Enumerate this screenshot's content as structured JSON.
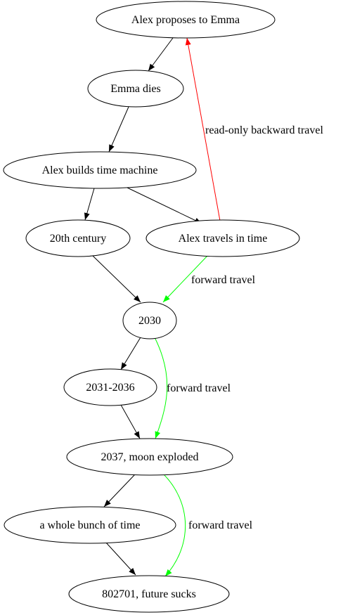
{
  "nodes": {
    "proposes": "Alex proposes to Emma",
    "dies": "Emma dies",
    "builds": "Alex builds time machine",
    "century20": "20th century",
    "travels": "Alex travels in time",
    "y2030": "2030",
    "y2031": "2031-2036",
    "y2037": "2037, moon exploded",
    "bunch": "a whole bunch of time",
    "future": "802701, future sucks"
  },
  "edge_labels": {
    "backward": "read-only backward travel",
    "forward_1": "forward travel",
    "forward_2": "forward travel",
    "forward_3": "forward travel"
  },
  "colors": {
    "default_edge": "#000000",
    "backward_edge": "#ff0000",
    "forward_edge": "#00ff00"
  }
}
